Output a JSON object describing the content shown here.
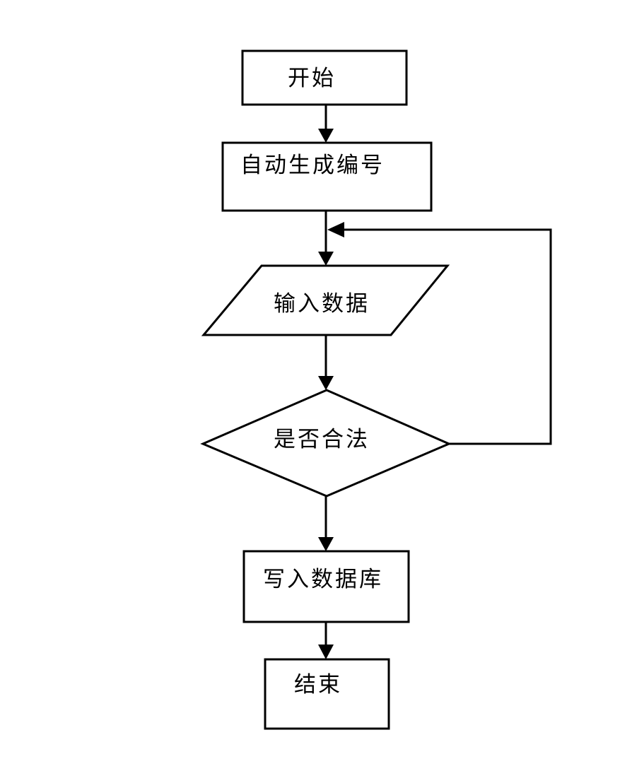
{
  "diagram": {
    "type": "flowchart",
    "background_color": "#ffffff",
    "stroke_color": "#000000",
    "text_color": "#000000",
    "nodes": [
      {
        "id": "start",
        "shape": "rectangle",
        "label": "开始"
      },
      {
        "id": "auto-number",
        "shape": "rectangle",
        "label": "自动生成编号"
      },
      {
        "id": "input-data",
        "shape": "parallelogram",
        "label": "输入数据"
      },
      {
        "id": "validate",
        "shape": "diamond",
        "label": "是否合法"
      },
      {
        "id": "write-db",
        "shape": "rectangle",
        "label": "写入数据库"
      },
      {
        "id": "end",
        "shape": "rectangle",
        "label": "结束"
      }
    ],
    "edges": [
      {
        "from": "start",
        "to": "auto-number",
        "style": "arrow-down"
      },
      {
        "from": "auto-number",
        "to": "input-data",
        "style": "arrow-down"
      },
      {
        "from": "input-data",
        "to": "validate",
        "style": "arrow-down"
      },
      {
        "from": "validate",
        "to": "write-db",
        "style": "arrow-down"
      },
      {
        "from": "write-db",
        "to": "end",
        "style": "arrow-down"
      },
      {
        "from": "validate",
        "to": "input-data",
        "style": "loop-back-right"
      }
    ]
  }
}
